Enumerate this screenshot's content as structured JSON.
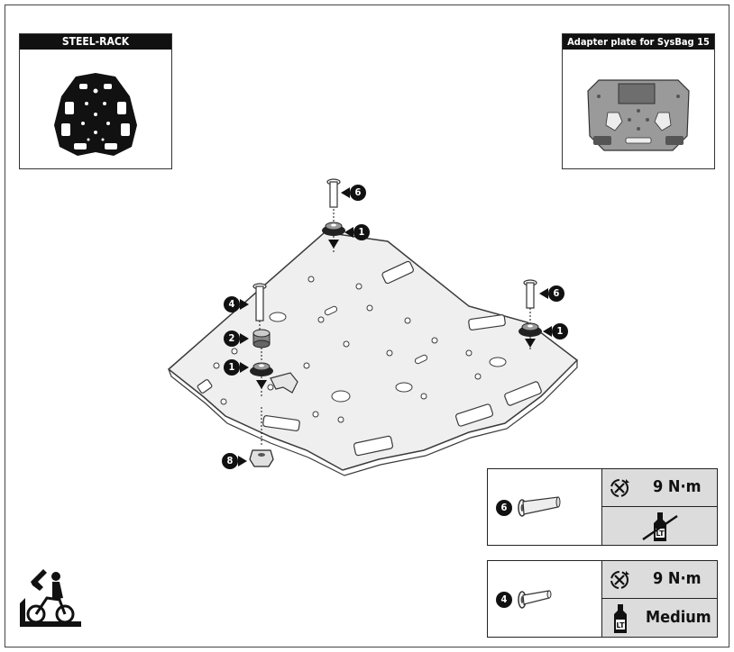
{
  "insets": {
    "steel_rack": {
      "title": "STEEL-RACK"
    },
    "adapter_plate": {
      "title": "Adapter plate for SysBag 15"
    }
  },
  "callouts": [
    {
      "id": "c6a",
      "number": "6"
    },
    {
      "id": "c1a",
      "number": "1"
    },
    {
      "id": "c4",
      "number": "4"
    },
    {
      "id": "c2",
      "number": "2"
    },
    {
      "id": "c1b",
      "number": "1"
    },
    {
      "id": "c6b",
      "number": "6"
    },
    {
      "id": "c1c",
      "number": "1"
    },
    {
      "id": "c8",
      "number": "8"
    }
  ],
  "spec_tables": [
    {
      "part_number": "6",
      "torque": "9 N·m",
      "threadlocker": ""
    },
    {
      "part_number": "4",
      "torque": "9 N·m",
      "threadlocker": "Medium"
    }
  ],
  "icons": {
    "torque": "torque-wrench-icon",
    "threadlocker": "threadlocker-bottle-icon",
    "no_threadlocker": "no-threadlocker-icon",
    "workshop": "motorcycle-workshop-icon"
  },
  "colors": {
    "plate_fill": "#efefef",
    "plate_stroke": "#3a3a3a",
    "table_shade": "#dcdcdc",
    "ink": "#111111"
  }
}
